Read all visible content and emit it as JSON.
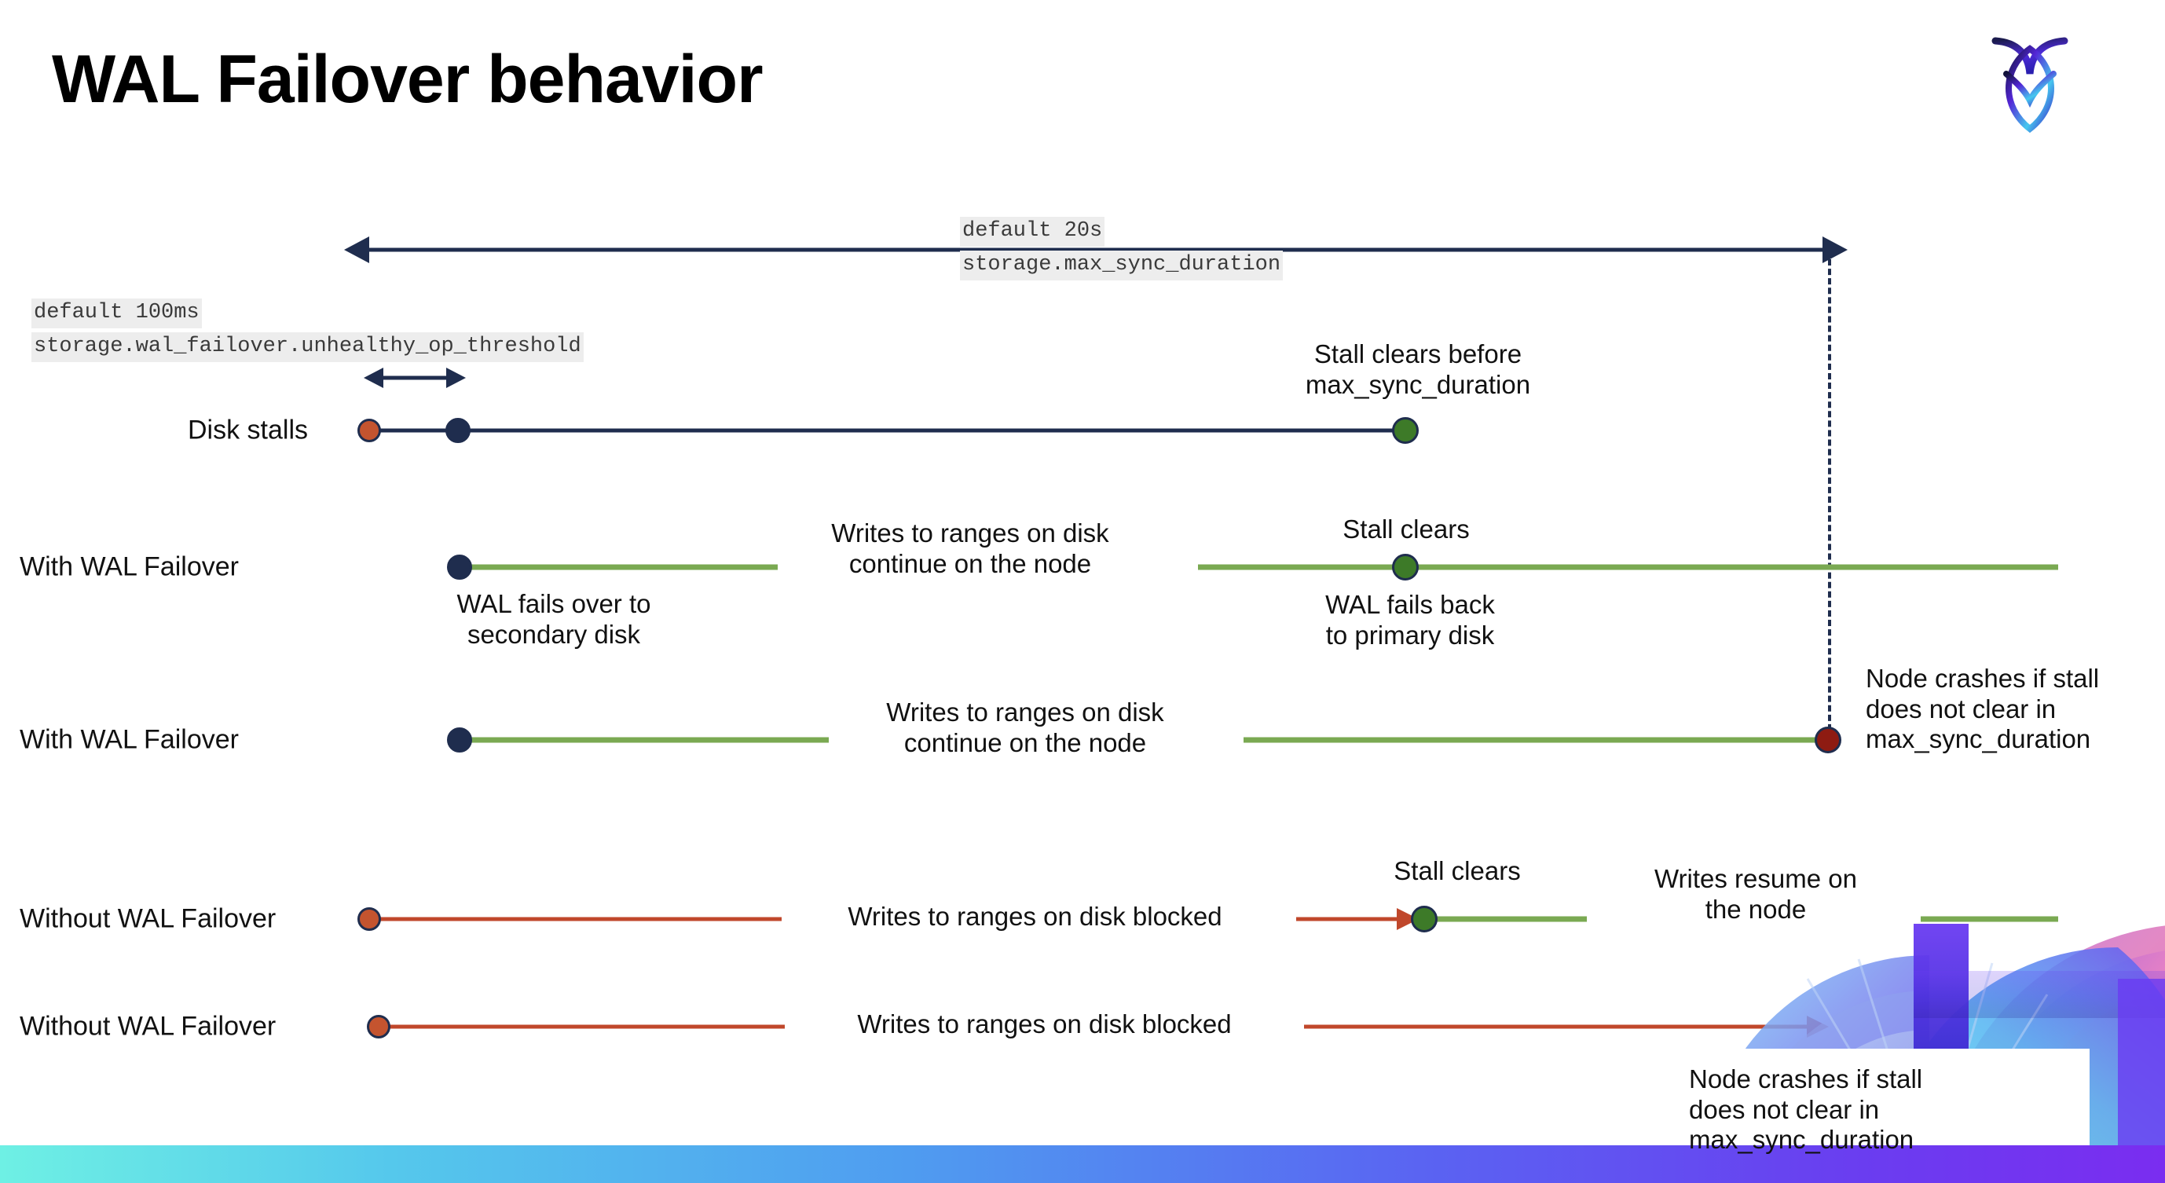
{
  "slide": {
    "title": "WAL Failover behavior",
    "logo_name": "cockroachdb-logo"
  },
  "config_labels": {
    "max_sync": {
      "default": "default 20s",
      "setting": "storage.max_sync_duration"
    },
    "unhealthy_threshold": {
      "default": "default 100ms",
      "setting": "storage.wal_failover.unhealthy_op_threshold"
    }
  },
  "rows": [
    {
      "label": "Disk stalls"
    },
    {
      "label": "With WAL Failover"
    },
    {
      "label": "With WAL Failover"
    },
    {
      "label": "Without WAL Failover"
    },
    {
      "label": "Without WAL Failover"
    }
  ],
  "annotations": {
    "stall_clears_before": "Stall clears before\nmax_sync_duration",
    "writes_continue_1": "Writes to ranges on disk\ncontinue on the node",
    "stall_clears_2": "Stall clears",
    "wal_fails_over": "WAL fails over to\nsecondary disk",
    "wal_fails_back": "WAL fails  back\nto primary disk",
    "writes_continue_2": "Writes to ranges on disk\ncontinue on the node",
    "node_crashes_1": "Node crashes if stall\ndoes not clear in\nmax_sync_duration",
    "stall_clears_3": "Stall clears",
    "writes_blocked_1": "Writes to ranges on disk  blocked",
    "writes_resume": "Writes resume on\nthe node",
    "writes_blocked_2": "Writes to ranges on disk  blocked",
    "node_crashes_2": "Node crashes if stall\ndoes not clear in\nmax_sync_duration"
  },
  "colors": {
    "navy": "#1f2d4e",
    "green_line": "#7aa952",
    "green_dot": "#3d7a28",
    "orange_line": "#c0472b",
    "orange_dot": "#c4542f",
    "dark_red_dot": "#8e1b12",
    "code_bg": "#ededed"
  }
}
